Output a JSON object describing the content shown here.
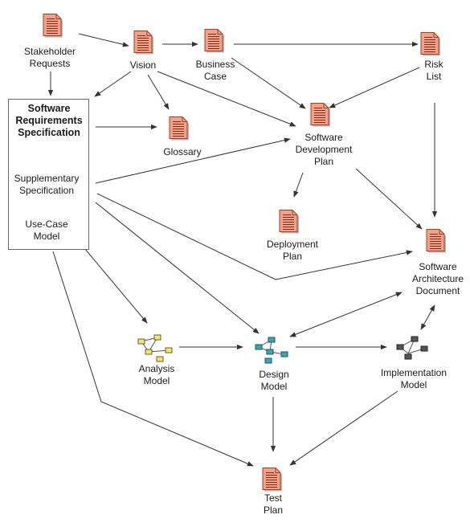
{
  "nodes": {
    "stakeholder_requests": {
      "label": "Stakeholder\nRequests",
      "icon": "document-icon"
    },
    "vision": {
      "label": "Vision",
      "icon": "document-icon"
    },
    "business_case": {
      "label": "Business\nCase",
      "icon": "document-icon"
    },
    "risk_list": {
      "label": "Risk\nList",
      "icon": "document-icon"
    },
    "srs": {
      "label": "Software\nRequirements\nSpecification"
    },
    "glossary": {
      "label": "Glossary",
      "icon": "document-icon"
    },
    "supplementary_spec": {
      "label": "Supplementary\nSpecification",
      "icon": "document-icon"
    },
    "use_case_model": {
      "label": "Use-Case\nModel",
      "icon": "use-case-icon"
    },
    "software_development_plan": {
      "label": "Software\nDevelopment\nPlan",
      "icon": "document-icon"
    },
    "deployment_plan": {
      "label": "Deployment\nPlan",
      "icon": "document-icon"
    },
    "software_architecture_document": {
      "label": "Software\nArchitecture\nDocument",
      "icon": "document-icon"
    },
    "analysis_model": {
      "label": "Analysis\nModel",
      "icon": "model-icon"
    },
    "design_model": {
      "label": "Design\nModel",
      "icon": "model-icon"
    },
    "implementation_model": {
      "label": "Implementation\nModel",
      "icon": "model-icon"
    },
    "test_plan": {
      "label": "Test\nPlan",
      "icon": "document-icon"
    }
  },
  "colors": {
    "document_fill": "#f2a18a",
    "document_border": "#a1401e",
    "document_lines": "#7a2b12",
    "analysis_fill": "#f2e27a",
    "design_fill": "#3aa6b4",
    "implementation_fill": "#555555",
    "use_case_fill": "#a9c3d6",
    "arrow": "#333333"
  }
}
